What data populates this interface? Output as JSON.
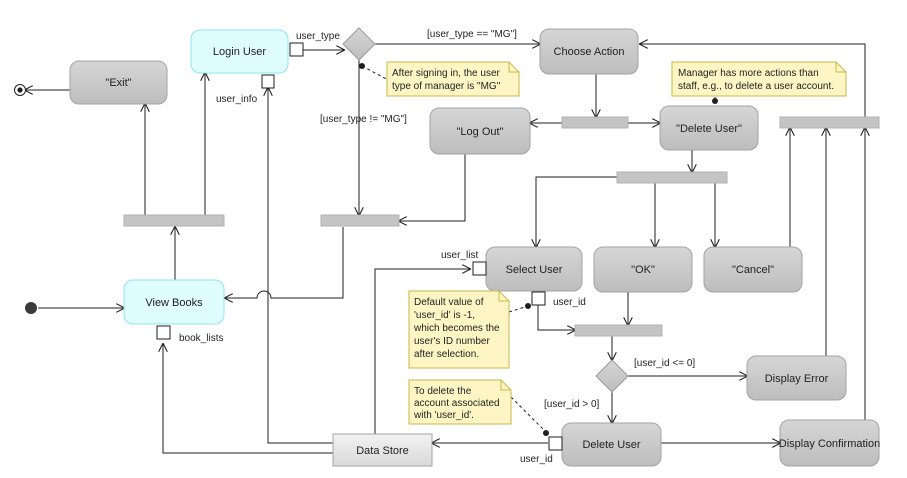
{
  "actions": {
    "exit": "\"Exit\"",
    "login_user": "Login User",
    "choose_action": "Choose Action",
    "log_out": "\"Log Out\"",
    "delete_user_choice": "\"Delete User\"",
    "select_user": "Select User",
    "ok": "\"OK\"",
    "cancel": "\"Cancel\"",
    "view_books": "View Books",
    "display_error": "Display Error",
    "delete_user": "Delete User",
    "display_confirmation": "Display Confirmation",
    "data_store": "Data Store"
  },
  "labels": {
    "user_type": "user_type",
    "user_info": "user_info",
    "guard_mg": "[user_type == \"MG\"]",
    "guard_not_mg": "[user_type != \"MG\"]",
    "user_list": "user_list",
    "user_id_select": "user_id",
    "book_lists": "book_lists",
    "guard_le0": "[user_id <= 0]",
    "guard_gt0": "[user_id > 0]",
    "user_id_delete": "user_id"
  },
  "notes": {
    "manager_type": [
      "After signing in, the user",
      "type of manager is \"MG\""
    ],
    "manager_actions": [
      "Manager has more actions than",
      "staff, e.g., to delete a user account."
    ],
    "default_user_id": [
      "Default value of",
      "'user_id' is -1,",
      "which becomes the",
      "user's ID number",
      "after selection."
    ],
    "delete_account": [
      "To delete the",
      "account associated",
      "with 'user_id'."
    ]
  },
  "colors": {
    "action_fill": "#c8c8c8",
    "cyan_fill": "#dffcff",
    "cyan_stroke": "#8fe3f0",
    "note_fill": "#fdf6c4",
    "note_stroke": "#c9b74a",
    "bar_fill": "#c4c4c4"
  }
}
